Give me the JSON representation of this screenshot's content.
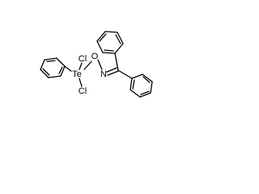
{
  "molecule": {
    "atoms": {
      "tellurium": "Te",
      "chlorine_top": "Cl",
      "chlorine_bottom": "Cl",
      "oxygen": "O",
      "nitrogen": "N"
    },
    "groups": [
      "phenyl",
      "phenyl",
      "phenyl"
    ],
    "bond_color": "#000000",
    "label_color": "#000000",
    "background": "#ffffff"
  }
}
